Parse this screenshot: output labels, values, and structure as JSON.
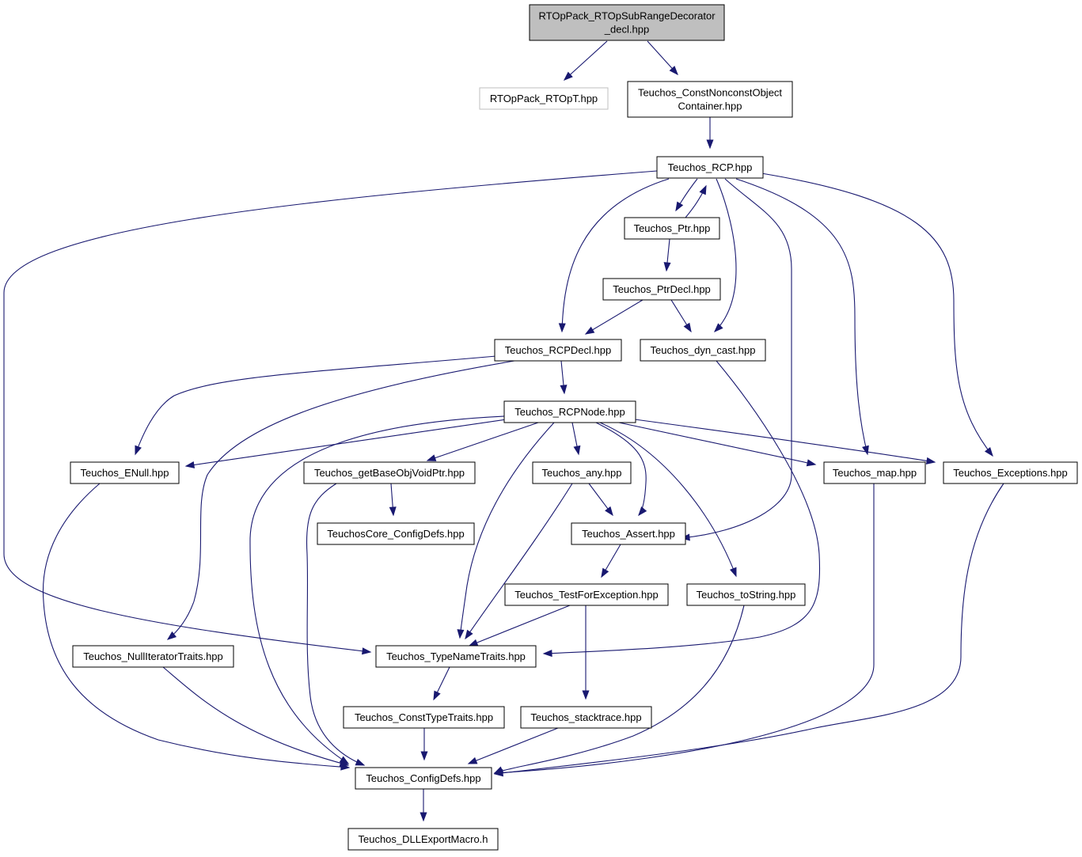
{
  "graph": {
    "colors": {
      "edge": "#191970",
      "node_border": "#000000",
      "root_fill": "#bfbfbf",
      "faded_border": "#bfbfbf"
    },
    "nodes": [
      {
        "id": "root",
        "lines": [
          "RTOpPack_RTOpSubRangeDecorator",
          "_decl.hpp"
        ],
        "style": "root"
      },
      {
        "id": "rtopt",
        "lines": [
          "RTOpPack_RTOpT.hpp"
        ],
        "style": "faded"
      },
      {
        "id": "constnonconst",
        "lines": [
          "Teuchos_ConstNonconstObject",
          "Container.hpp"
        ]
      },
      {
        "id": "rcp",
        "lines": [
          "Teuchos_RCP.hpp"
        ]
      },
      {
        "id": "ptr",
        "lines": [
          "Teuchos_Ptr.hpp"
        ]
      },
      {
        "id": "ptrdecl",
        "lines": [
          "Teuchos_PtrDecl.hpp"
        ]
      },
      {
        "id": "rcpdecl",
        "lines": [
          "Teuchos_RCPDecl.hpp"
        ]
      },
      {
        "id": "dyncast",
        "lines": [
          "Teuchos_dyn_cast.hpp"
        ]
      },
      {
        "id": "rcpnode",
        "lines": [
          "Teuchos_RCPNode.hpp"
        ]
      },
      {
        "id": "enull",
        "lines": [
          "Teuchos_ENull.hpp"
        ]
      },
      {
        "id": "getbase",
        "lines": [
          "Teuchos_getBaseObjVoidPtr.hpp"
        ]
      },
      {
        "id": "any",
        "lines": [
          "Teuchos_any.hpp"
        ]
      },
      {
        "id": "map",
        "lines": [
          "Teuchos_map.hpp"
        ]
      },
      {
        "id": "exceptions",
        "lines": [
          "Teuchos_Exceptions.hpp"
        ]
      },
      {
        "id": "coreconfig",
        "lines": [
          "TeuchosCore_ConfigDefs.hpp"
        ]
      },
      {
        "id": "assert",
        "lines": [
          "Teuchos_Assert.hpp"
        ]
      },
      {
        "id": "testforexc",
        "lines": [
          "Teuchos_TestForException.hpp"
        ]
      },
      {
        "id": "tostring",
        "lines": [
          "Teuchos_toString.hpp"
        ]
      },
      {
        "id": "nulliter",
        "lines": [
          "Teuchos_NullIteratorTraits.hpp"
        ]
      },
      {
        "id": "typename",
        "lines": [
          "Teuchos_TypeNameTraits.hpp"
        ]
      },
      {
        "id": "consttype",
        "lines": [
          "Teuchos_ConstTypeTraits.hpp"
        ]
      },
      {
        "id": "stacktrace",
        "lines": [
          "Teuchos_stacktrace.hpp"
        ]
      },
      {
        "id": "configdefs",
        "lines": [
          "Teuchos_ConfigDefs.hpp"
        ]
      },
      {
        "id": "dllexport",
        "lines": [
          "Teuchos_DLLExportMacro.h"
        ]
      }
    ],
    "edges": [
      {
        "from": "root",
        "to": "rtopt"
      },
      {
        "from": "root",
        "to": "constnonconst"
      },
      {
        "from": "constnonconst",
        "to": "rcp"
      },
      {
        "from": "rcp",
        "to": "ptr"
      },
      {
        "from": "ptr",
        "to": "rcp"
      },
      {
        "from": "rcp",
        "to": "rcpdecl"
      },
      {
        "from": "rcp",
        "to": "dyncast"
      },
      {
        "from": "rcp",
        "to": "assert"
      },
      {
        "from": "rcp",
        "to": "map"
      },
      {
        "from": "rcp",
        "to": "exceptions"
      },
      {
        "from": "rcp",
        "to": "typename"
      },
      {
        "from": "ptr",
        "to": "ptrdecl"
      },
      {
        "from": "ptrdecl",
        "to": "rcpdecl"
      },
      {
        "from": "ptrdecl",
        "to": "dyncast"
      },
      {
        "from": "rcpdecl",
        "to": "rcpnode"
      },
      {
        "from": "rcpdecl",
        "to": "enull"
      },
      {
        "from": "rcpdecl",
        "to": "nulliter"
      },
      {
        "from": "dyncast",
        "to": "typename"
      },
      {
        "from": "rcpnode",
        "to": "enull"
      },
      {
        "from": "rcpnode",
        "to": "getbase"
      },
      {
        "from": "rcpnode",
        "to": "any"
      },
      {
        "from": "rcpnode",
        "to": "assert"
      },
      {
        "from": "rcpnode",
        "to": "map"
      },
      {
        "from": "rcpnode",
        "to": "exceptions"
      },
      {
        "from": "rcpnode",
        "to": "tostring"
      },
      {
        "from": "rcpnode",
        "to": "typename"
      },
      {
        "from": "rcpnode",
        "to": "configdefs"
      },
      {
        "from": "enull",
        "to": "configdefs"
      },
      {
        "from": "getbase",
        "to": "coreconfig"
      },
      {
        "from": "getbase",
        "to": "configdefs"
      },
      {
        "from": "any",
        "to": "assert"
      },
      {
        "from": "any",
        "to": "typename"
      },
      {
        "from": "assert",
        "to": "testforexc"
      },
      {
        "from": "testforexc",
        "to": "typename"
      },
      {
        "from": "testforexc",
        "to": "stacktrace"
      },
      {
        "from": "tostring",
        "to": "configdefs"
      },
      {
        "from": "map",
        "to": "configdefs"
      },
      {
        "from": "exceptions",
        "to": "configdefs"
      },
      {
        "from": "nulliter",
        "to": "configdefs"
      },
      {
        "from": "typename",
        "to": "consttype"
      },
      {
        "from": "consttype",
        "to": "configdefs"
      },
      {
        "from": "stacktrace",
        "to": "configdefs"
      },
      {
        "from": "configdefs",
        "to": "dllexport"
      }
    ]
  }
}
